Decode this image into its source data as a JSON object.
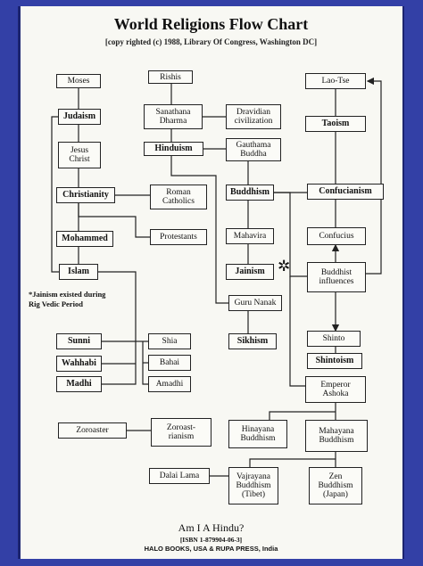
{
  "title": "World Religions Flow Chart",
  "subtitle": "[copy righted (c) 1988, Library Of Congress, Washington DC]",
  "note": "*Jainism existed during\nRig Vedic Period",
  "star": "✲",
  "footer": {
    "line1": "Am I A Hindu?",
    "line2": "[ISBN    1-879904-06-3]",
    "line3": "HALO BOOKS, USA & RUPA PRESS,   India"
  },
  "nodes": {
    "moses": "Moses",
    "judaism": "Judaism",
    "jesus": "Jesus\nChrist",
    "christianity": "Christianity",
    "mohammed": "Mohammed",
    "islam": "Islam",
    "sunni": "Sunni",
    "wahhabi": "Wahhabi",
    "madhi": "Madhi",
    "rishis": "Rishis",
    "sanatana": "Sanathana\nDharma",
    "dravidian": "Dravidian\ncivilization",
    "hinduism": "Hinduism",
    "gauthama": "Gauthama\nBuddha",
    "roman": "Roman\nCatholics",
    "protestants": "Protestants",
    "buddhism": "Buddhism",
    "mahavira": "Mahavira",
    "jainism": "Jainism",
    "gurunanak": "Guru Nanak",
    "sikhism": "Sikhism",
    "shia": "Shia",
    "bahai": "Bahai",
    "amadhi": "Amadhi",
    "laotse": "Lao-Tse",
    "taoism": "Taoism",
    "confucianism": "Confucianism",
    "confucius": "Confucius",
    "buddhist_infl": "Buddhist\ninfluences",
    "shinto": "Shinto",
    "shintoism": "Shintoism",
    "ashoka": "Emperor\nAshoka",
    "zoroaster": "Zoroaster",
    "zoroastrianism": "Zoroast-\nrianism",
    "hinayana": "Hinayana\nBuddhism",
    "mahayana": "Mahayana\nBuddhism",
    "dalailama": "Dalai Lama",
    "vajrayana": "Vajrayana\nBuddhism\n(Tibet)",
    "zen": "Zen\nBuddhism\n(Japan)"
  }
}
